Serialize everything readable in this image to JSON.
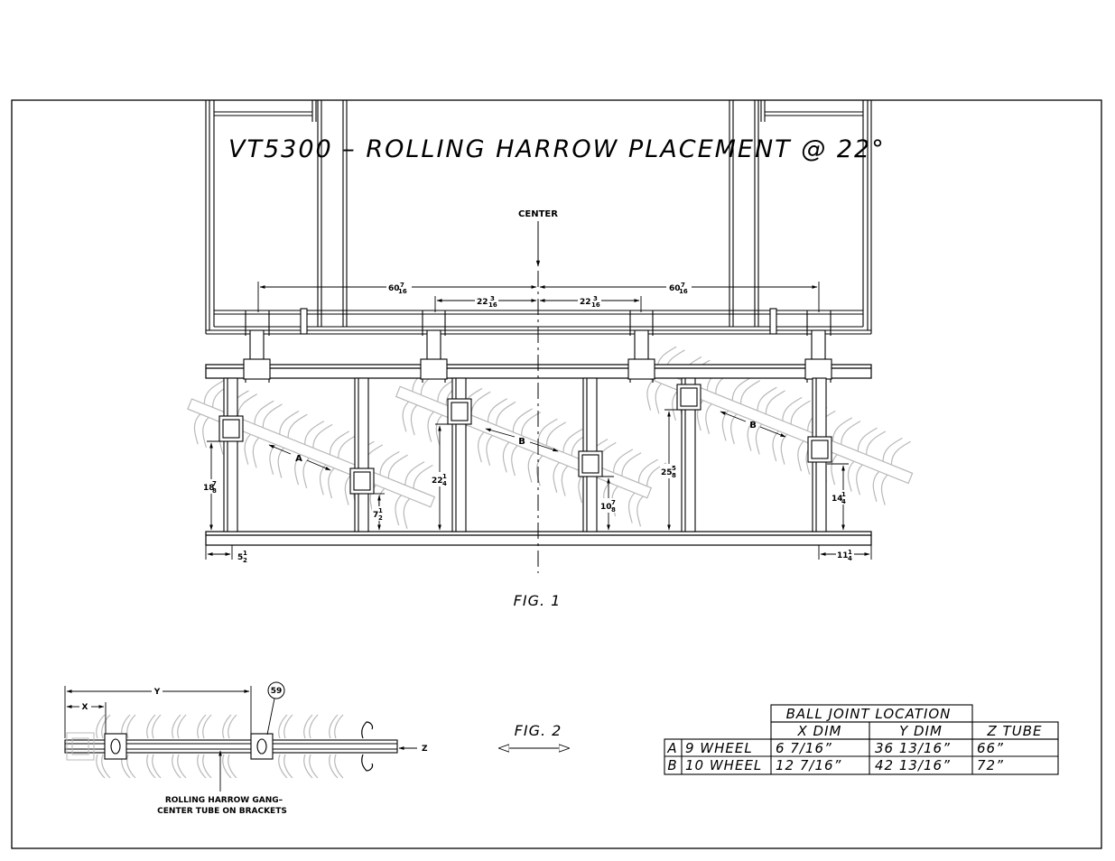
{
  "title": "VT5300 – ROLLING HARROW PLACEMENT @ 22°",
  "fig1": {
    "caption": "FIG. 1",
    "center_label": "CENTER",
    "top_dims": [
      {
        "whole": "60",
        "num": "7",
        "den": "16"
      },
      {
        "whole": "22",
        "num": "3",
        "den": "16"
      },
      {
        "whole": "22",
        "num": "3",
        "den": "16"
      },
      {
        "whole": "60",
        "num": "7",
        "den": "16"
      }
    ],
    "vertical_dims": [
      {
        "whole": "18",
        "num": "7",
        "den": "8"
      },
      {
        "whole": "7",
        "num": "1",
        "den": "2"
      },
      {
        "whole": "22",
        "num": "1",
        "den": "4"
      },
      {
        "whole": "10",
        "num": "7",
        "den": "8"
      },
      {
        "whole": "25",
        "num": "5",
        "den": "8"
      },
      {
        "whole": "14",
        "num": "1",
        "den": "4"
      }
    ],
    "bottom_dims": [
      {
        "whole": "5",
        "num": "1",
        "den": "2"
      },
      {
        "whole": "11",
        "num": "1",
        "den": "4"
      }
    ],
    "gang_labels": [
      "A",
      "B",
      "B"
    ]
  },
  "fig2": {
    "caption": "FIG. 2",
    "x_label": "X",
    "y_label": "Y",
    "z_label": "Z",
    "part_number": "59",
    "note_line1": "ROLLING HARROW GANG–",
    "note_line2": "CENTER TUBE ON BRACKETS"
  },
  "table": {
    "group_header": "BALL JOINT LOCATION",
    "col_x": "X DIM",
    "col_y": "Y DIM",
    "col_z": "Z TUBE",
    "rows": [
      {
        "key": "A",
        "name": "9 WHEEL",
        "x": "6 7/16”",
        "y": "36 13/16”",
        "z": "66”"
      },
      {
        "key": "B",
        "name": "10 WHEEL",
        "x": "12 7/16”",
        "y": "42 13/16”",
        "z": "72”"
      }
    ]
  }
}
